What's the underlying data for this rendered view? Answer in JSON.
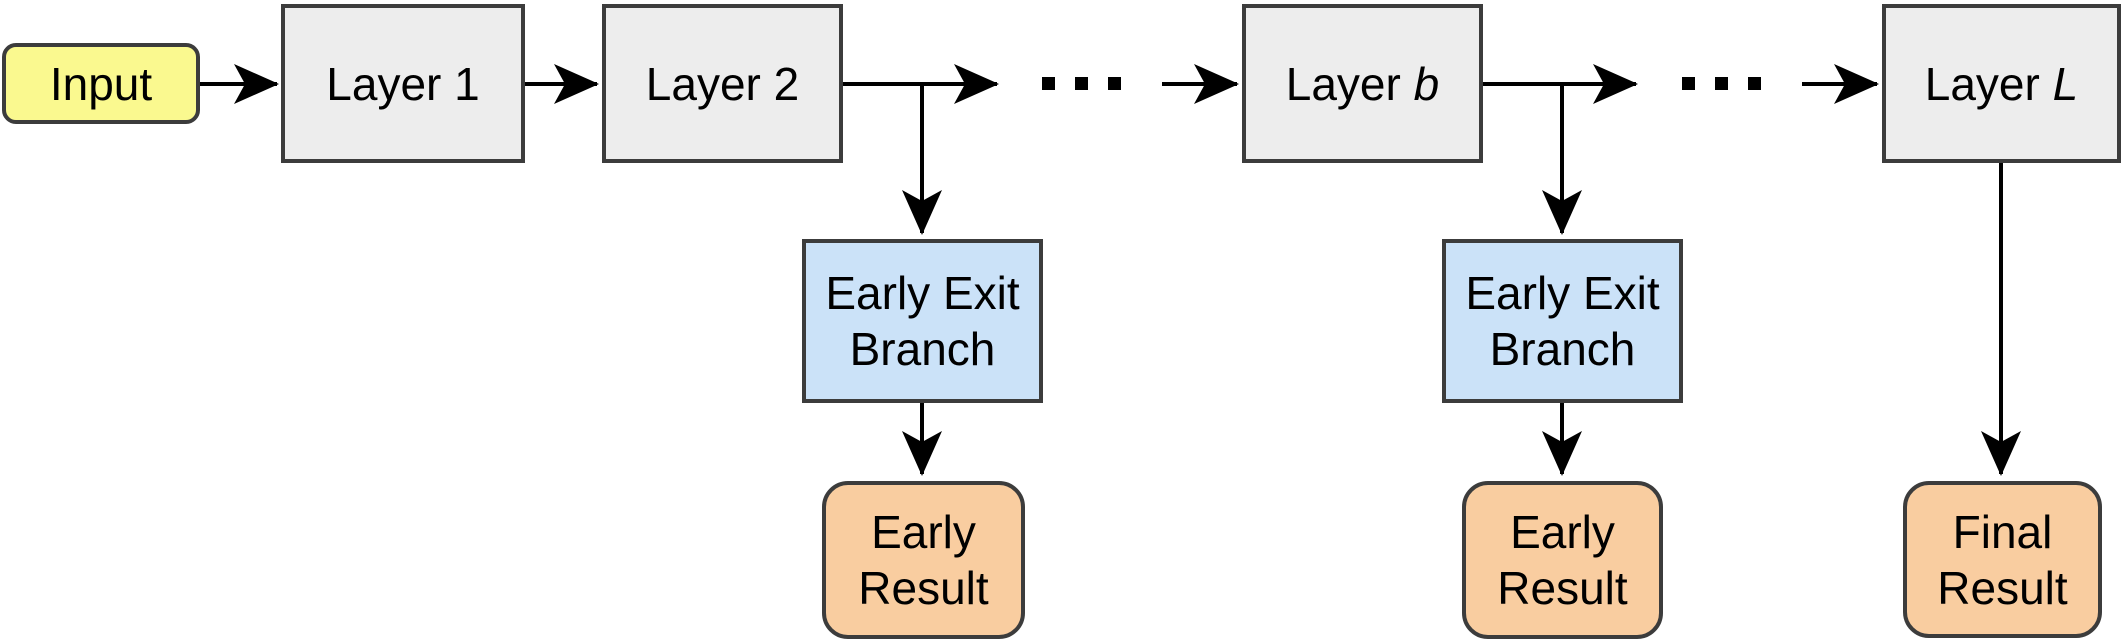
{
  "figure": {
    "description": "Flowchart of a neural network with early exit branches",
    "background": "#FFFFFF",
    "colors": {
      "node_border": "#3C3C3C",
      "arrow": "#000000",
      "input_fill": "#FAF98F",
      "layer_fill": "#EDEDED",
      "branch_fill": "#CBE2F8",
      "result_fill": "#F9CDA0",
      "text": "#000000"
    },
    "nodes": {
      "input": {
        "label": "Input",
        "fill": "#FAF98F"
      },
      "layer1": {
        "label": "Layer 1",
        "fill": "#EDEDED"
      },
      "layer2": {
        "label": "Layer 2",
        "fill": "#EDEDED"
      },
      "layer_b": {
        "prefix": "Layer ",
        "variable": "b",
        "fill": "#EDEDED"
      },
      "layer_L": {
        "prefix": "Layer ",
        "variable": "L",
        "fill": "#EDEDED"
      },
      "early_exit_1": {
        "line1": "Early Exit",
        "line2": "Branch",
        "fill": "#CBE2F8"
      },
      "early_exit_2": {
        "line1": "Early Exit",
        "line2": "Branch",
        "fill": "#CBE2F8"
      },
      "early_result_1": {
        "line1": "Early",
        "line2": "Result",
        "fill": "#F9CDA0"
      },
      "early_result_2": {
        "line1": "Early",
        "line2": "Result",
        "fill": "#F9CDA0"
      },
      "final_result": {
        "line1": "Final",
        "line2": "Result",
        "fill": "#F9CDA0"
      }
    },
    "icons": {
      "ellipsis_after_layer2": "three-dots",
      "ellipsis_after_layer_b": "three-dots"
    }
  }
}
